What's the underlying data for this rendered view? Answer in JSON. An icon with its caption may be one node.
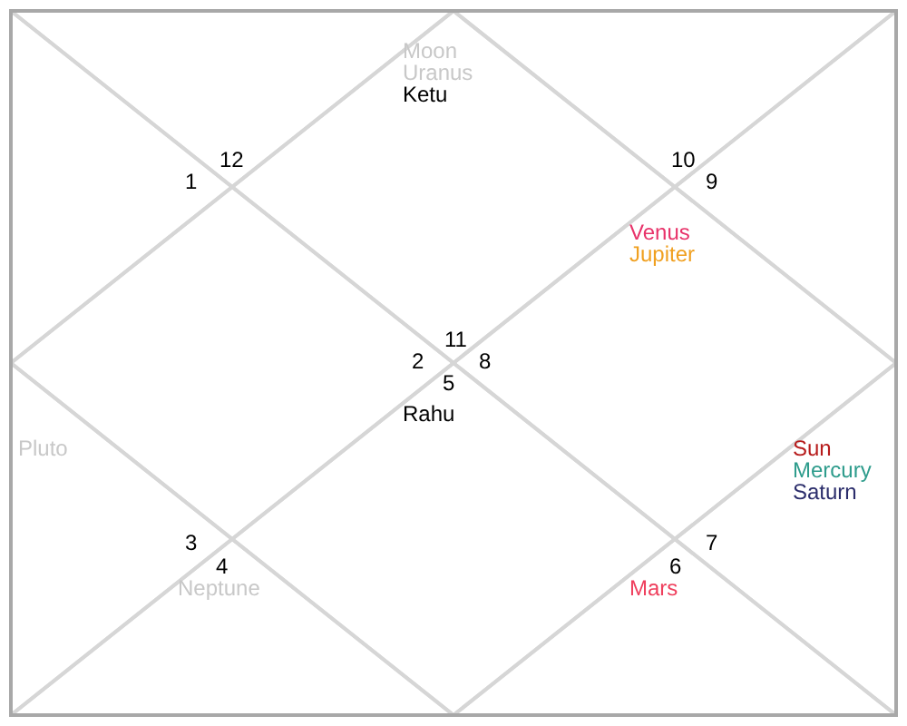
{
  "diagram": {
    "nodes": [
      {
        "text": [
          "12"
        ]
      },
      {
        "text": [
          "Moon",
          "Uranus",
          "Ketu",
          "11"
        ]
      },
      {
        "text": [
          "10"
        ]
      },
      {
        "text": [
          "1"
        ]
      },
      {
        "text": [
          "9"
        ]
      },
      {
        "text": [
          "2"
        ]
      },
      {
        "text": [
          "Venus",
          "Jupiter",
          "8"
        ]
      },
      {
        "text": [
          "Pluto",
          "3"
        ]
      },
      {
        "text": [
          "Sun",
          "Mercury",
          "Saturn",
          "7"
        ]
      },
      {
        "text": [
          "5",
          "Rahu"
        ]
      },
      {
        "text": [
          "4",
          "Neptune"
        ]
      },
      {
        "text": [
          "6",
          "Mars"
        ]
      }
    ]
  }
}
